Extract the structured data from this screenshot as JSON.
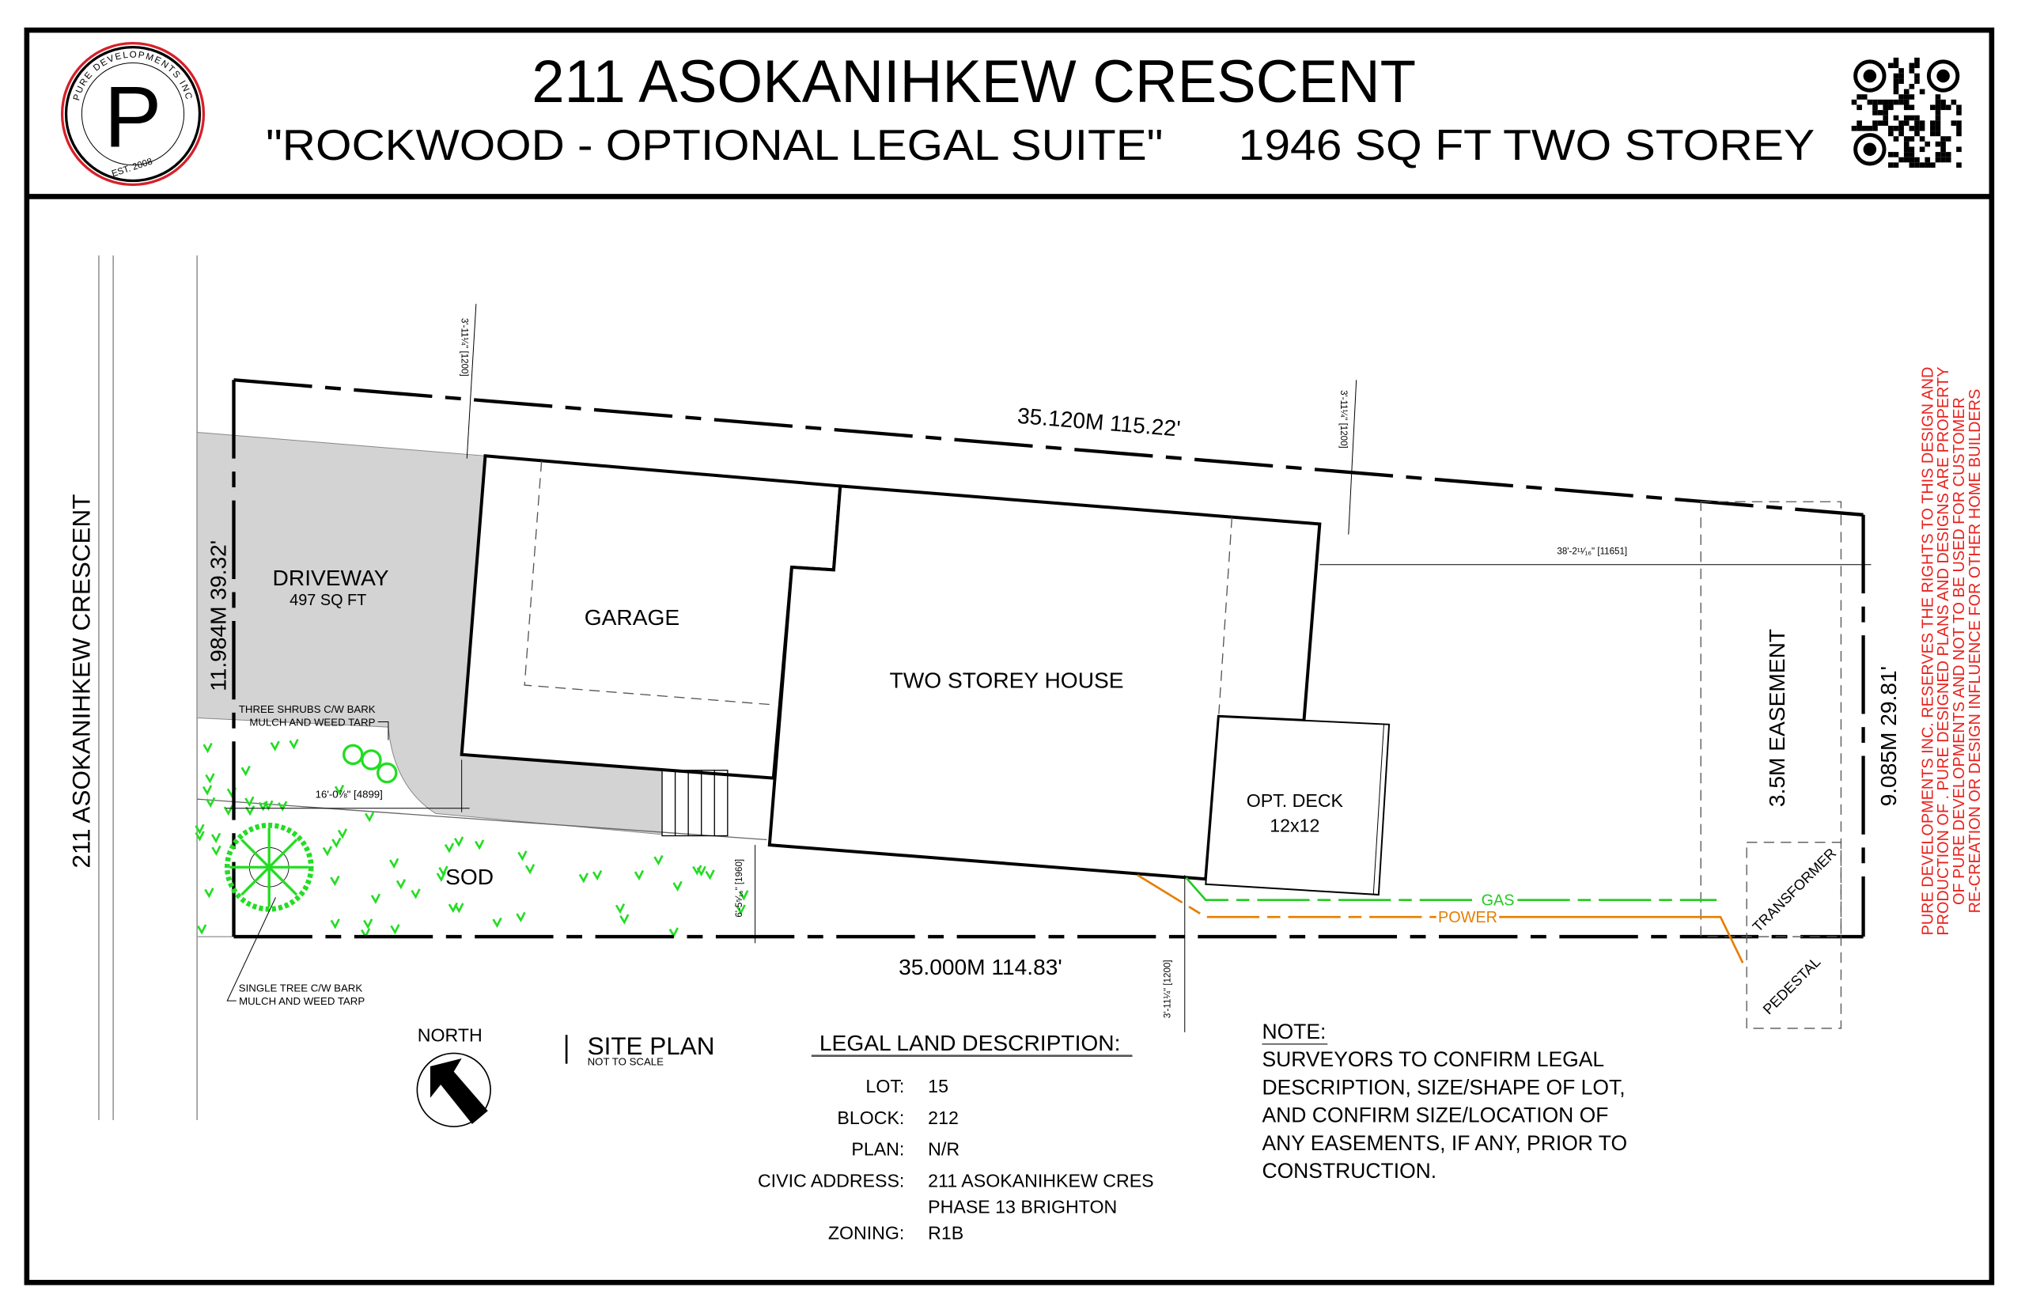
{
  "header": {
    "title": "211 ASOKANIHKEW CRESCENT",
    "model": "\"ROCKWOOD - OPTIONAL LEGAL SUITE\"",
    "size": "1946 SQ FT TWO STOREY",
    "logo": {
      "company": "PURE DEVELOPMENTS INC",
      "established": "EST. 2008",
      "letter": "P"
    },
    "qr_icon": "qr-code-icon"
  },
  "plan": {
    "street": "211 ASOKANIHKEW CRESCENT",
    "driveway": {
      "label": "DRIVEWAY",
      "area": "497 SQ FT"
    },
    "garage": "GARAGE",
    "house": "TWO STOREY HOUSE",
    "deck": {
      "label": "OPT. DECK",
      "size": "12x12"
    },
    "sod": "SOD",
    "easement": "3.5M EASEMENT",
    "transformer": "TRANSFORMER",
    "pedestal": "PEDESTAL",
    "gas": "GAS",
    "power": "POWER",
    "shrubs_note": [
      "THREE SHRUBS C/W BARK",
      "MULCH AND WEED TARP"
    ],
    "tree_note": [
      "SINGLE TREE C/W BARK",
      "MULCH AND WEED TARP"
    ],
    "dimensions": {
      "top": "35.120M 115.22'",
      "bottom": "35.000M 114.83'",
      "front": "11.984M 39.32'",
      "rear": "9.085M 29.81'",
      "setback_side_1": "3'-11¼\" [1200]",
      "setback_side_2": "3'-11¼\" [1200]",
      "setback_side_3": "3'-11¼\" [1200]",
      "rear_yard": "38'-2¹¹⁄₁₆\" [11651]",
      "front_yard": "16'-0⅞\" [4899]",
      "side_yard": "6'-5⁵⁄₁₆\" [1960]"
    },
    "colors": {
      "grass": "#22dd22",
      "gas": "#22cc22",
      "power": "#e67e00",
      "driveway": "#d3d3d3",
      "notice": "#e8231f"
    }
  },
  "north": {
    "label": "NORTH",
    "icon": "north-arrow-icon"
  },
  "site_plan": {
    "title": "SITE PLAN",
    "scale": "NOT TO SCALE"
  },
  "legal": {
    "heading": "LEGAL LAND DESCRIPTION:",
    "rows": [
      {
        "label": "LOT:",
        "value": "15"
      },
      {
        "label": "BLOCK:",
        "value": "212"
      },
      {
        "label": "PLAN:",
        "value": "N/R"
      },
      {
        "label": "CIVIC ADDRESS:",
        "value": "211 ASOKANIHKEW CRES"
      },
      {
        "label": "",
        "value": "PHASE 13 BRIGHTON"
      },
      {
        "label": "ZONING:",
        "value": "R1B"
      }
    ]
  },
  "note": {
    "heading": "NOTE:",
    "lines": [
      "SURVEYORS TO CONFIRM LEGAL",
      "DESCRIPTION, SIZE/SHAPE OF LOT,",
      "AND CONFIRM SIZE/LOCATION OF",
      "ANY EASEMENTS, IF ANY, PRIOR TO",
      "CONSTRUCTION."
    ]
  },
  "notice": [
    "PURE DEVELOPMENTS INC. RESERVES THE RIGHTS TO THIS DESIGN AND",
    "PRODUCTION OF . PURE DESIGNED PLANS AND DESIGNS ARE PROPERTY",
    "OF PURE DEVELOPMENTS AND NOT TO BE USED FOR CUSTOMER",
    "RE-CREATION OR DESIGN INFLUENCE FOR OTHER HOME BUILDERS"
  ]
}
